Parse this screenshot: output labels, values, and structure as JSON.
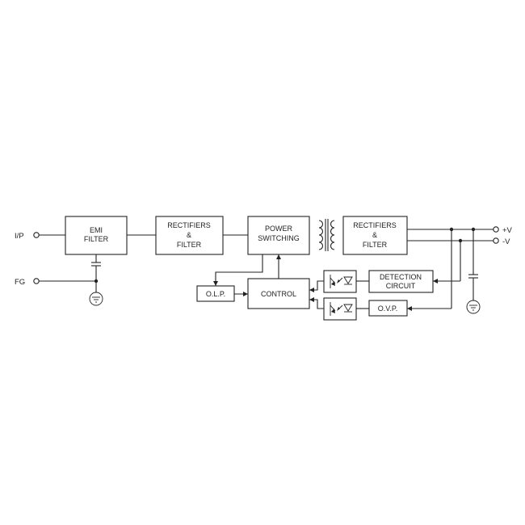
{
  "blocks": {
    "emi_filter": [
      "EMI",
      "FILTER"
    ],
    "rectifiers_filter_1": [
      "RECTIFIERS",
      "&",
      "FILTER"
    ],
    "power_switching": [
      "POWER",
      "SWITCHING"
    ],
    "rectifiers_filter_2": [
      "RECTIFIERS",
      "&",
      "FILTER"
    ],
    "detection_circuit": [
      "DETECTION",
      "CIRCUIT"
    ],
    "olp": "O.L.P.",
    "control": "CONTROL",
    "ovp": "O.V.P."
  },
  "terminals": {
    "input": "I/P",
    "fg": "FG",
    "pos": "+V",
    "neg": "-V"
  }
}
